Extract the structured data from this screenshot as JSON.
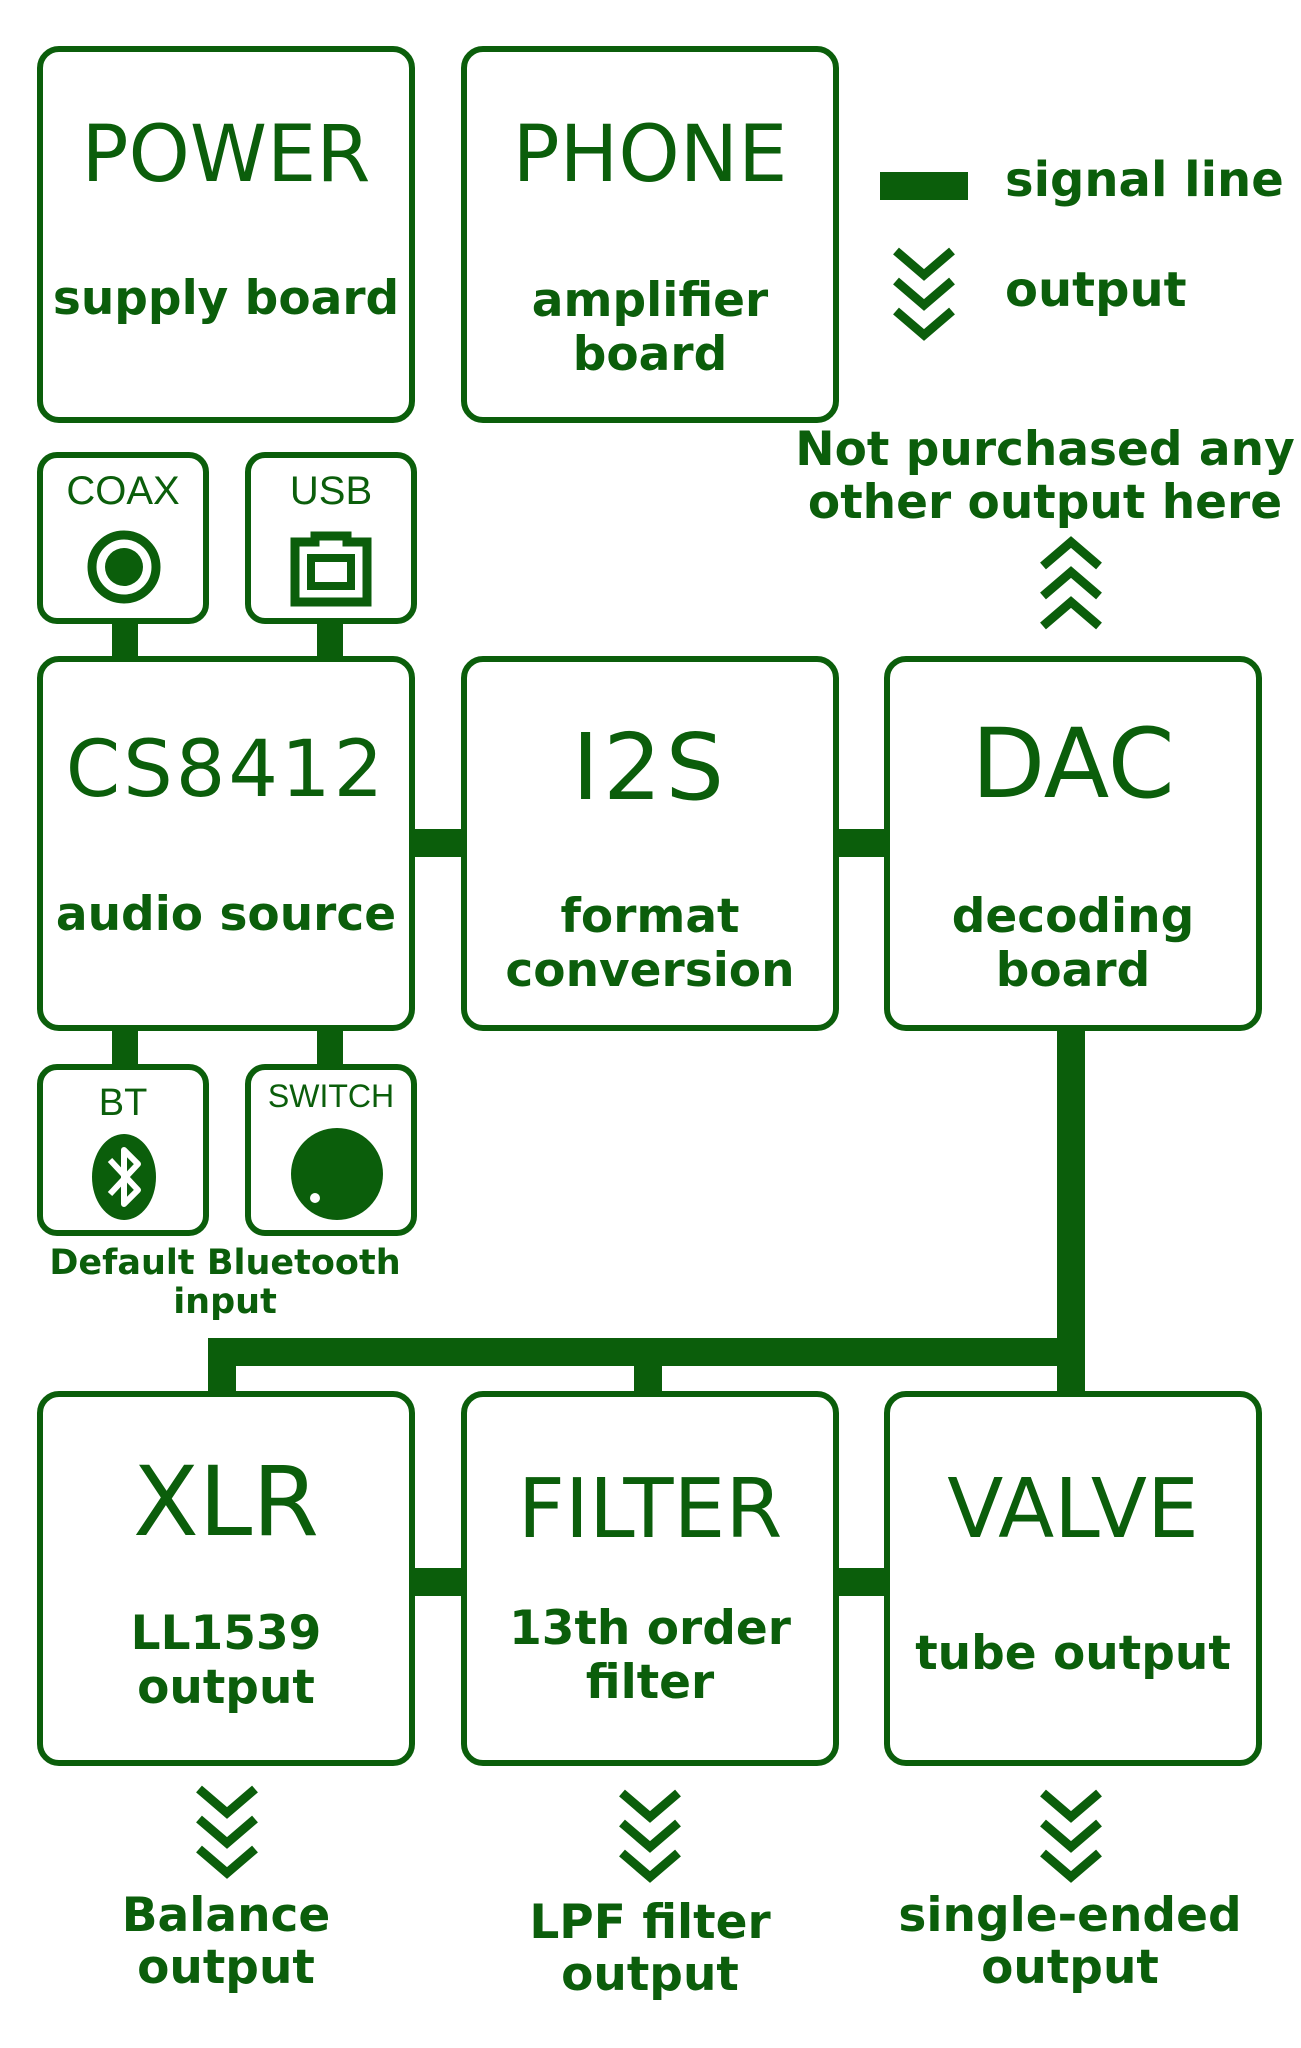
{
  "colors": {
    "primary": "#0b5e0b",
    "background": "#ffffff"
  },
  "legend": {
    "signal_label": "signal line",
    "output_label": "output"
  },
  "power": {
    "title": "POWER",
    "subtitle": "supply board"
  },
  "phone": {
    "title": "PHONE",
    "subtitle": "amplifier\nboard"
  },
  "note_top": "Not purchased any\nother output here",
  "inputs": {
    "coax": {
      "label": "COAX",
      "icon": "coax-jack-icon"
    },
    "usb": {
      "label": "USB",
      "icon": "usb-b-port-icon"
    },
    "bt": {
      "label": "BT",
      "icon": "bluetooth-icon"
    },
    "switch": {
      "label": "SWITCH",
      "icon": "knob-icon"
    }
  },
  "cs8412": {
    "title": "CS8412",
    "subtitle": "audio source"
  },
  "i2s": {
    "title": "I2S",
    "subtitle": "format\nconversion"
  },
  "dac": {
    "title": "DAC",
    "subtitle": "decoding\nboard"
  },
  "note_bt": "Default Bluetooth input",
  "xlr": {
    "title": "XLR",
    "subtitle": "LL1539\noutput",
    "output_label": "Balance\noutput"
  },
  "filter": {
    "title": "FILTER",
    "subtitle": "13th order\nfilter",
    "output_label": "LPF filter\noutput"
  },
  "valve": {
    "title": "VALVE",
    "subtitle": "tube output",
    "output_label": "single-ended\noutput"
  }
}
